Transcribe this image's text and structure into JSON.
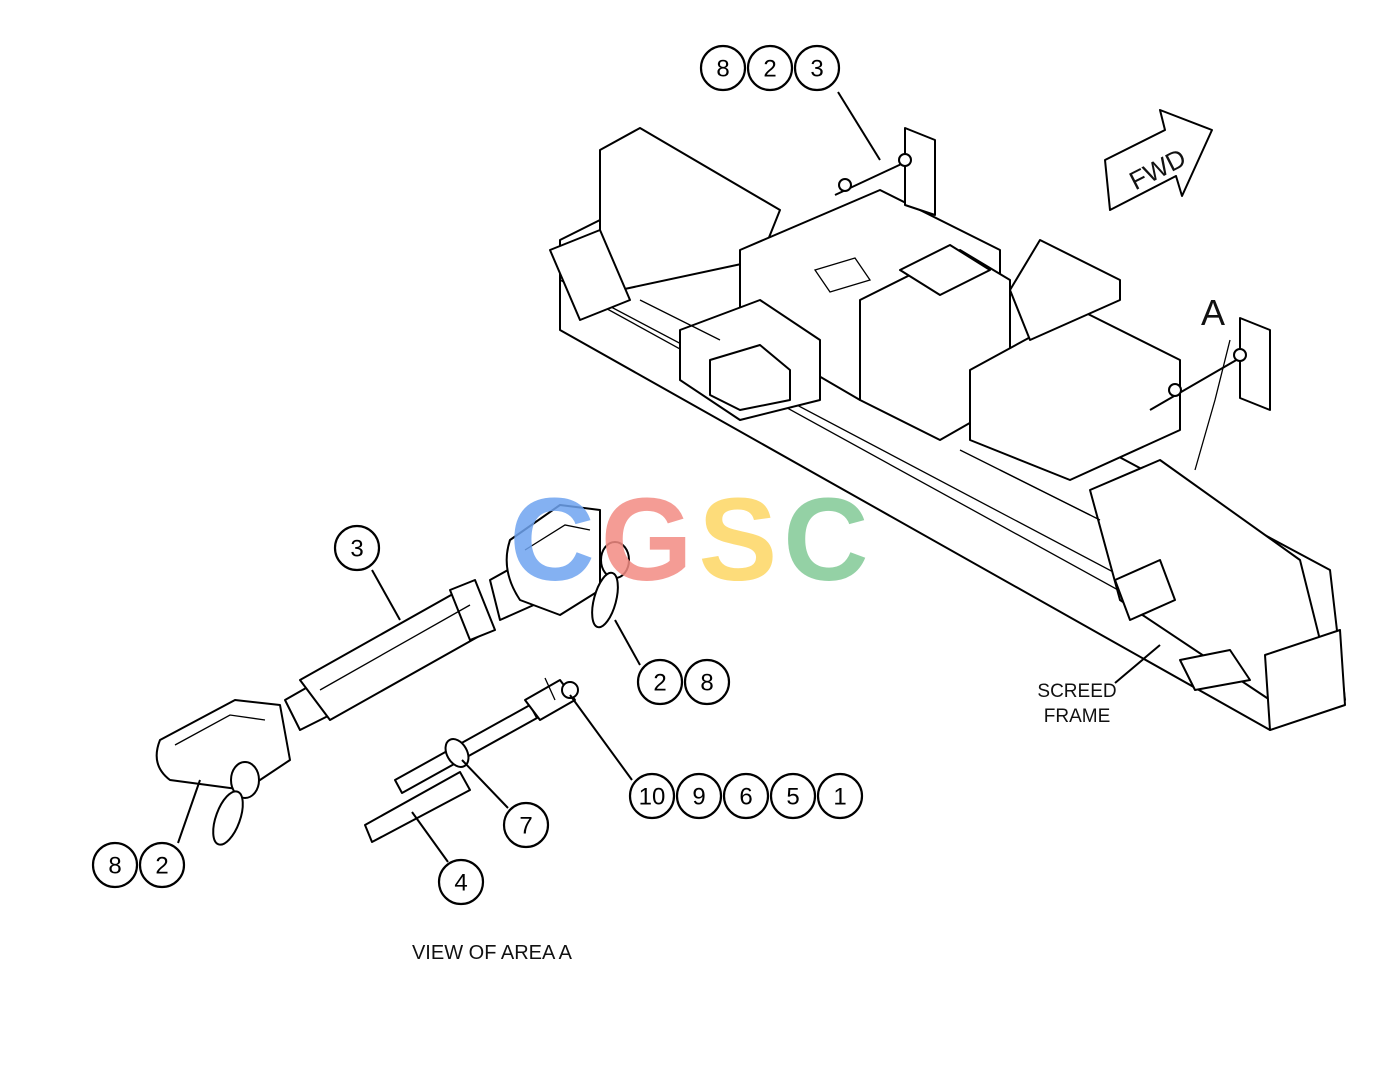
{
  "diagram": {
    "fwd_arrow_label": "FWD",
    "area_marker": "A",
    "screed_frame_label": {
      "line1": "SCREED",
      "line2": "FRAME"
    },
    "view_caption": "VIEW OF AREA A",
    "watermark": "CGSC",
    "watermark_colors": [
      "#6fa3f0",
      "#f28b82",
      "#fdd663",
      "#81c995"
    ],
    "callout_groups": [
      {
        "name": "top",
        "items": [
          "8",
          "2",
          "3"
        ]
      },
      {
        "name": "rod-end-pin",
        "items": [
          "2",
          "8"
        ]
      },
      {
        "name": "bracket",
        "items": [
          "10",
          "9",
          "6",
          "5",
          "1"
        ]
      },
      {
        "name": "left-pin",
        "items": [
          "8",
          "2"
        ]
      },
      {
        "name": "turnbuckle",
        "items": [
          "3"
        ]
      },
      {
        "name": "washer",
        "items": [
          "7"
        ]
      },
      {
        "name": "plate",
        "items": [
          "4"
        ]
      }
    ]
  }
}
